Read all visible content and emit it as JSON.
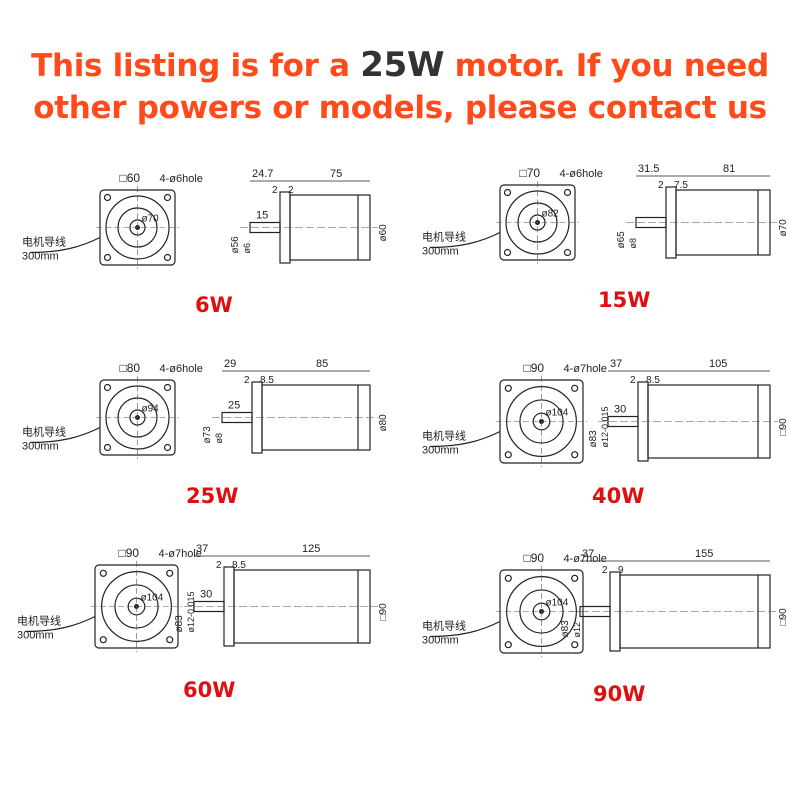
{
  "header": {
    "line1_prefix": "This listing is for a ",
    "line1_highlight": "25W",
    "line1_suffix": " motor. If you need",
    "line2": "other powers or models, please contact us"
  },
  "colors": {
    "header_text": "#ff4a1c",
    "highlight_text": "#333333",
    "power_label": "#e00f0f"
  },
  "lead_label": "电机导线",
  "lead_length": "300mm",
  "motors": [
    {
      "power": "6W",
      "square": "□60",
      "holes": "4-ø6hole",
      "flange_dia": "ø70",
      "dims": {
        "d1": "24.7",
        "d2": "2",
        "d3": "2",
        "length": "75",
        "shaft": "15",
        "shaft_d": "ø6",
        "flange_d": "ø56",
        "body_d": "ø60"
      }
    },
    {
      "power": "15W",
      "square": "□70",
      "holes": "4-ø6hole",
      "flange_dia": "ø82",
      "dims": {
        "d1": "31.5",
        "d2": "2",
        "d3": "7.5",
        "length": "81",
        "shaft": "",
        "shaft_d": "ø8",
        "flange_d": "ø65",
        "body_d": "ø70"
      }
    },
    {
      "power": "25W",
      "square": "□80",
      "holes": "4-ø6hole",
      "flange_dia": "ø94",
      "dims": {
        "d1": "29",
        "d2": "2",
        "d3": "8.5",
        "length": "85",
        "shaft": "25",
        "shaft_d": "ø8",
        "flange_d": "ø73",
        "body_d": "ø80"
      }
    },
    {
      "power": "40W",
      "square": "□90",
      "holes": "4-ø7hole",
      "flange_dia": "ø104",
      "dims": {
        "d1": "37",
        "d2": "2",
        "d3": "8.5",
        "length": "105",
        "shaft": "30",
        "shaft_d": "ø12-0.015",
        "flange_d": "ø83",
        "body_d": "□90"
      }
    },
    {
      "power": "60W",
      "square": "□90",
      "holes": "4-ø7hole",
      "flange_dia": "ø104",
      "dims": {
        "d1": "37",
        "d2": "2",
        "d3": "8.5",
        "length": "125",
        "shaft": "30",
        "shaft_d": "ø12-0.015",
        "flange_d": "ø83",
        "body_d": "□90"
      }
    },
    {
      "power": "90W",
      "square": "□90",
      "holes": "4-ø7hole",
      "flange_dia": "ø104",
      "dims": {
        "d1": "37",
        "d2": "2",
        "d3": "9",
        "length": "155",
        "shaft": "",
        "shaft_d": "ø12",
        "flange_d": "ø83",
        "body_d": "□90"
      }
    }
  ]
}
